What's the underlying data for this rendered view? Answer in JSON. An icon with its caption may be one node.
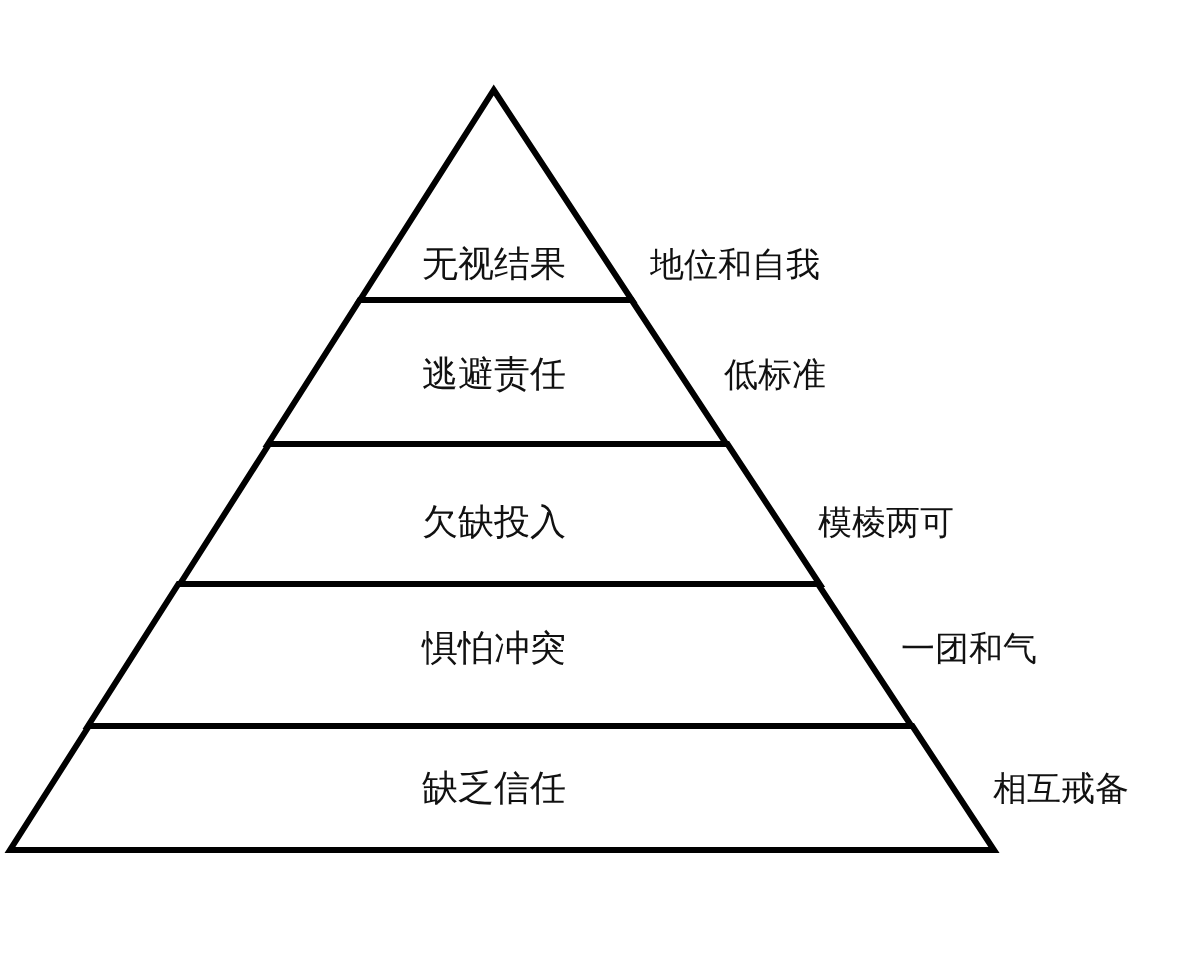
{
  "diagram": {
    "nodes": [
      {
        "text": [
          "无视结果"
        ],
        "beside": [
          "地位和自我"
        ]
      },
      {
        "text": [
          "逃避责任"
        ],
        "beside": [
          "低标准"
        ]
      },
      {
        "text": [
          "欠缺投入"
        ],
        "beside": [
          "模棱两可"
        ]
      },
      {
        "text": [
          "惧怕冲突"
        ],
        "beside": [
          "一团和气"
        ]
      },
      {
        "text": [
          "缺乏信任"
        ],
        "beside": [
          "相互戒备"
        ]
      }
    ]
  }
}
